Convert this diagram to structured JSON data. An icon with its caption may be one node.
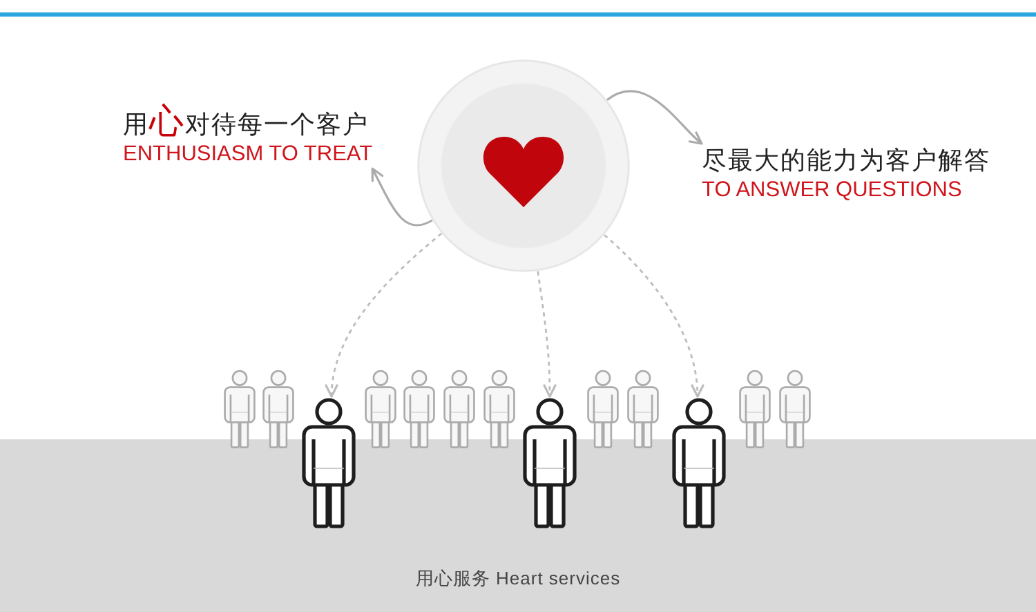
{
  "diagram": {
    "caption": "用心服务 Heart services",
    "nodes": [
      {
        "text": [],
        "shape": "circle"
      },
      {
        "text": [
          "用**心**对待每一个客户",
          "ENTHUSIASM TO TREAT"
        ]
      },
      {
        "text": [
          "尽最大的能力为客户解答",
          "TO ANSWER QUESTIONS"
        ]
      },
      {
        "text": [],
        "shape": "person"
      },
      {
        "text": [],
        "shape": "person"
      },
      {
        "text": [],
        "shape": "person"
      }
    ],
    "edges": [
      {
        "from": 0,
        "to": 1,
        "arrow": "to"
      },
      {
        "from": 0,
        "to": 2,
        "arrow": "to"
      },
      {
        "from": 0,
        "to": 3,
        "arrow": "to",
        "style": "dashed"
      },
      {
        "from": 0,
        "to": 4,
        "arrow": "to",
        "style": "dashed"
      },
      {
        "from": 0,
        "to": 5,
        "arrow": "to",
        "style": "dashed"
      }
    ]
  }
}
